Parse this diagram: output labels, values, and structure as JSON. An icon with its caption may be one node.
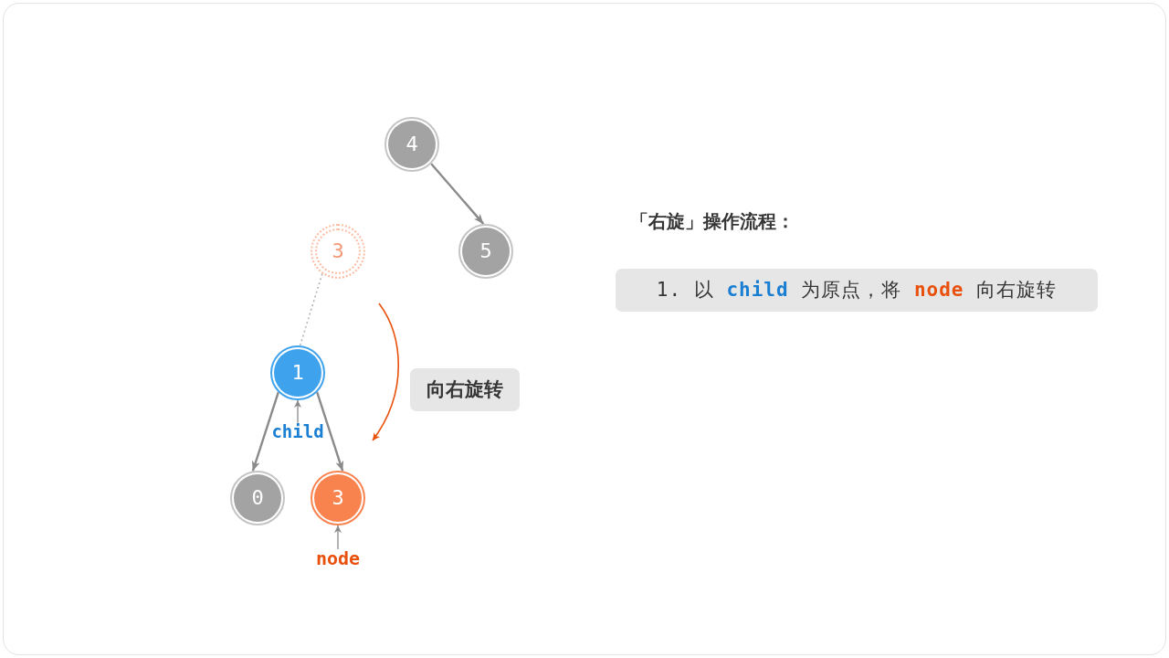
{
  "diagram": {
    "title": "「右旋」操作流程：",
    "nodes": [
      {
        "text": [
          "4"
        ]
      },
      {
        "text": [
          "3"
        ]
      },
      {
        "text": [
          "5"
        ]
      },
      {
        "text": [
          "1"
        ]
      },
      {
        "text": [
          "0"
        ]
      },
      {
        "text": [
          "3"
        ]
      },
      {
        "text": [
          "向右旋转"
        ]
      },
      {
        "text": [
          "1. 以 **child** 为原点，将 **node** 向右旋转"
        ]
      },
      {
        "text": [
          "child"
        ]
      },
      {
        "text": [
          "node"
        ]
      }
    ],
    "edges": [
      {
        "from": 0,
        "to": 2,
        "arrow": "to"
      },
      {
        "from": 1,
        "to": 3,
        "arrow": "none",
        "style": "dashed",
        "color": "#b5b5b5"
      },
      {
        "from": 3,
        "to": 4,
        "arrow": "to"
      },
      {
        "from": 3,
        "to": 5,
        "arrow": "to"
      },
      {
        "from": 8,
        "to": 3,
        "arrow": "to"
      },
      {
        "from": 9,
        "to": 5,
        "arrow": "to"
      }
    ]
  }
}
